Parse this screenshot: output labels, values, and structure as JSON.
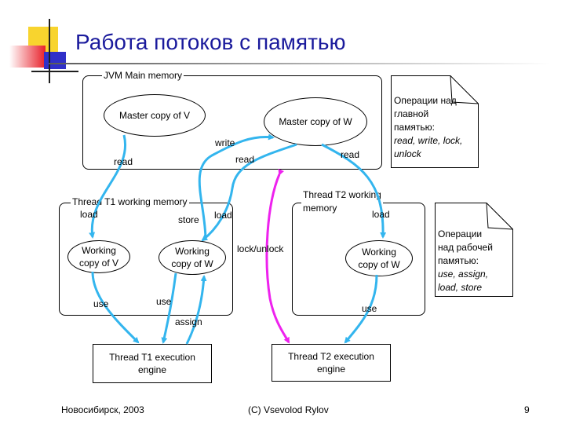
{
  "slide": {
    "title": "Работа потоков с памятью",
    "page_number": "9"
  },
  "colors": {
    "title": "#1a1a9c",
    "arrow": "#33b5ee",
    "lock_arrow": "#ee22ee",
    "logo_yellow": "#f8d42e",
    "logo_red": "#e8202a",
    "logo_blue": "#3030c8"
  },
  "main_memory": {
    "label": "JVM Main memory",
    "master_v": "Master copy of V",
    "master_w": "Master copy of W"
  },
  "t1_memory": {
    "label": "Thread T1 working memory",
    "working_v": [
      "Working",
      "copy of V"
    ],
    "working_w": [
      "Working",
      "copy of W"
    ]
  },
  "t2_memory": {
    "label": [
      "Thread T2 working",
      "memory"
    ],
    "working_w": [
      "Working",
      "copy of W"
    ]
  },
  "engines": {
    "t1": [
      "Thread T1 execution",
      "engine"
    ],
    "t2": [
      "Thread T2 execution",
      "engine"
    ]
  },
  "labels": {
    "read_v": "read",
    "write": "write",
    "read_w_t1": "read",
    "read_w_t2": "read",
    "load_v": "load",
    "store": "store",
    "load_w_t1": "load",
    "load_w_t2": "load",
    "lock_unlock": "lock/unlock",
    "use_v": "use",
    "use_w_t1": "use",
    "assign": "assign",
    "use_w_t2": "use"
  },
  "notes": {
    "main": {
      "lines": [
        "Операции над",
        "главной",
        "памятью:"
      ],
      "ops": [
        "read, write, lock,",
        "unlock"
      ]
    },
    "working": {
      "lines": [
        "Операции",
        "над рабочей",
        "памятью:"
      ],
      "ops": [
        "use, assign,",
        "load, store"
      ]
    }
  },
  "footer": {
    "left": "Новосибирск, 2003",
    "center": "(C) Vsevolod Rylov"
  }
}
